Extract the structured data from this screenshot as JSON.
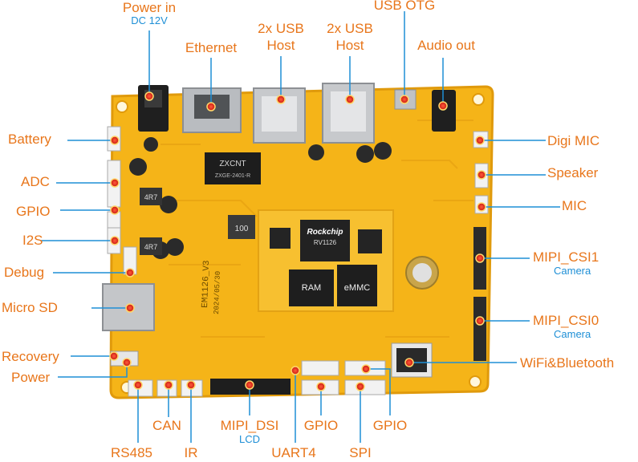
{
  "board": {
    "silk_model": "EM1126_V3",
    "silk_date": "2024/05/30",
    "chip_brand": "Rockchip",
    "chip_model": "RV1126",
    "ram_label": "RAM",
    "emmc_label": "eMMC",
    "eth_chip": "ZXCNT",
    "eth_chip_sub": "ZXGE-2401-R",
    "inductor_value": "100",
    "cap_value_1": "4R7",
    "cap_value_2": "4R7"
  },
  "labels": {
    "power_in": "Power in",
    "power_in_sub": "DC 12V",
    "ethernet": "Ethernet",
    "usb_host_1_line1": "2x USB",
    "usb_host_1_line2": "Host",
    "usb_host_2_line1": "2x USB",
    "usb_host_2_line2": "Host",
    "usb_otg": "USB OTG",
    "audio_out": "Audio out",
    "battery": "Battery",
    "adc": "ADC",
    "gpio_left": "GPIO",
    "i2s": "I2S",
    "debug": "Debug",
    "micro_sd": "Micro SD",
    "recovery": "Recovery",
    "power": "Power",
    "digi_mic": "Digi MIC",
    "speaker": "Speaker",
    "mic": "MIC",
    "mipi_csi1": "MIPI_CSI1",
    "mipi_csi1_sub": "Camera",
    "mipi_csi0": "MIPI_CSI0",
    "mipi_csi0_sub": "Camera",
    "wifi_bt": "WiFi&Bluetooth",
    "can": "CAN",
    "mipi_dsi": "MIPI_DSI",
    "mipi_dsi_sub": "LCD",
    "gpio_bottom_1": "GPIO",
    "gpio_bottom_2": "GPIO",
    "rs485": "RS485",
    "ir": "IR",
    "uart4": "UART4",
    "spi": "SPI"
  },
  "colors": {
    "pcb": "#f5b418",
    "pcb_edge": "#e09a0c",
    "label": "#e8761b",
    "sublabel": "#1e8fd6",
    "line": "#1e8fd6",
    "marker": "#e8251b"
  }
}
